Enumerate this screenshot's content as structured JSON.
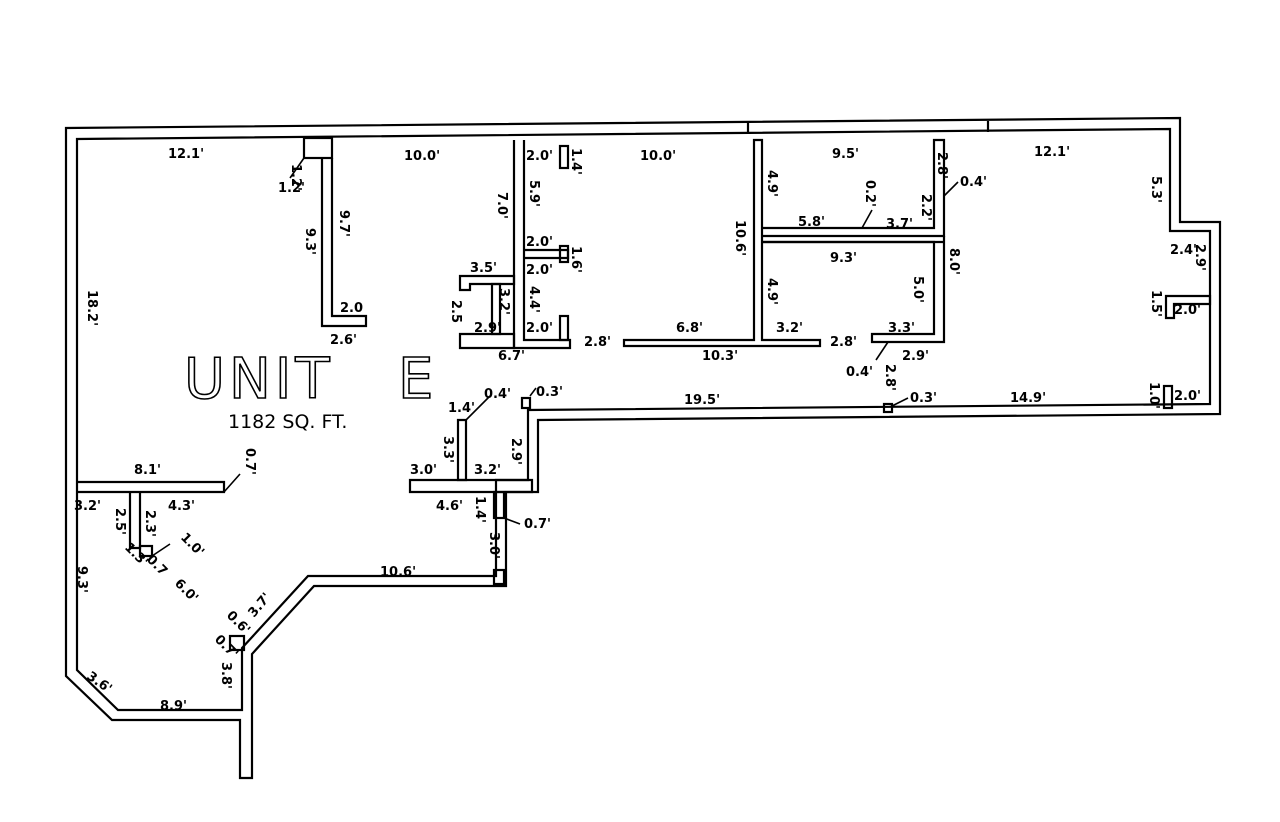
{
  "unit": {
    "title_left": "UNIT",
    "title_right": "E",
    "area": "1182 SQ. FT."
  },
  "dimensions": {
    "d01": "12.1'",
    "d02": "1.2'",
    "d03": "1.2'",
    "d04": "10.0'",
    "d05": "2.0'",
    "d06": "1.4'",
    "d07": "10.0'",
    "d08": "9.5'",
    "d09": "2.8'",
    "d10": "0.4'",
    "d11": "12.1'",
    "d12": "5.3'",
    "d13": "9.7'",
    "d14": "9.3'",
    "d15": "7.0'",
    "d16": "5.9'",
    "d17": "4.9'",
    "d18": "0.2'",
    "d19": "2.2'",
    "d20": "5.8'",
    "d21": "3.7'",
    "d22": "10.6'",
    "d23": "2.0'",
    "d24": "1.6'",
    "d25": "2.0'",
    "d26": "9.3'",
    "d27": "8.0'",
    "d28": "2.4'",
    "d29": "2.9'",
    "d30": "3.5'",
    "d31": "4.4'",
    "d32": "3.2'",
    "d33": "2.5",
    "d34": "18.2'",
    "d35": "2.0",
    "d36": "2.6'",
    "d37": "2.9'",
    "d38": "2.0'",
    "d39": "4.9'",
    "d40": "5.0'",
    "d41": "1.5'",
    "d42": "2.0'",
    "d43": "6.8'",
    "d44": "6.7'",
    "d45": "2.8'",
    "d46": "10.3'",
    "d47": "3.2'",
    "d48": "2.8'",
    "d49": "3.3'",
    "d50": "2.9'",
    "d51": "0.4'",
    "d52": "2.8'",
    "d53": "1.4'",
    "d54": "0.4'",
    "d55": "0.3'",
    "d56": "19.5'",
    "d57": "0.3'",
    "d58": "14.9'",
    "d59": "1.0'",
    "d60": "2.0'",
    "d61": "3.3'",
    "d62": "2.9'",
    "d63": "0.7'",
    "d64": "8.1'",
    "d65": "3.0'",
    "d66": "3.2'",
    "d67": "3.2'",
    "d68": "4.3'",
    "d69": "2.5'",
    "d70": "2.3'",
    "d71": "4.6'",
    "d72": "1.4'",
    "d73": "0.7'",
    "d74": "1.0'",
    "d75": "1.3'",
    "d76": "0.7",
    "d77": "3.0'",
    "d78": "9.3'",
    "d79": "6.0'",
    "d80": "10.6'",
    "d81": "3.7'",
    "d82": "0.6'",
    "d83": "0.7'",
    "d84": "3.8'",
    "d85": "3.6'",
    "d86": "8.9'"
  }
}
